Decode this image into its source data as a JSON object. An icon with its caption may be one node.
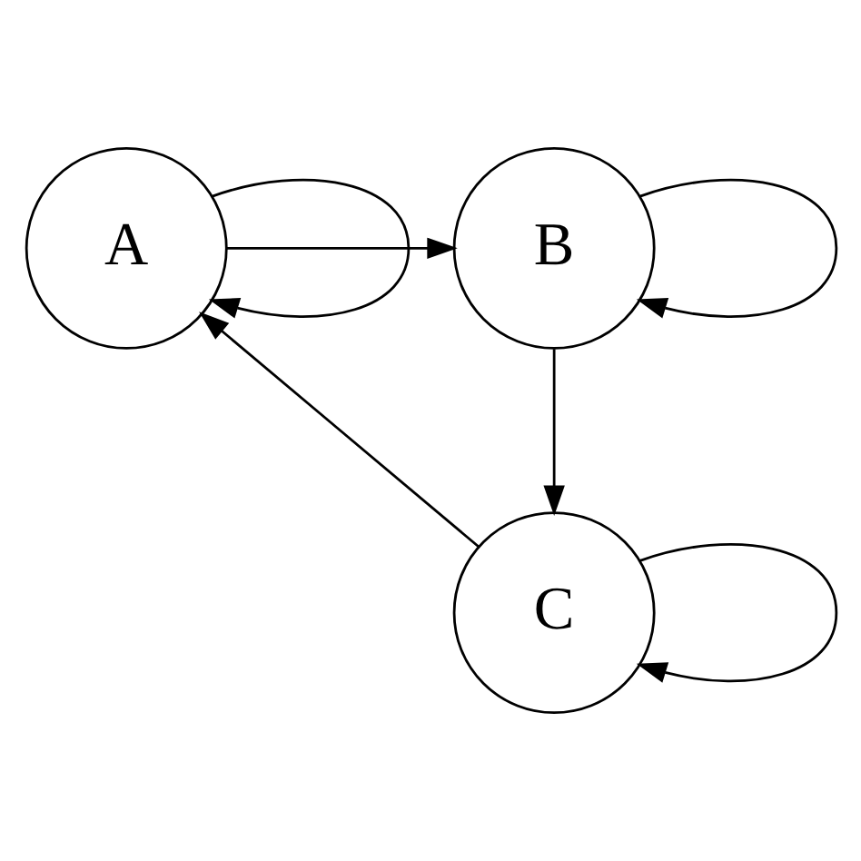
{
  "diagram": {
    "nodes": [
      {
        "text": [
          "A"
        ]
      },
      {
        "text": [
          "B"
        ]
      },
      {
        "text": [
          "C"
        ]
      }
    ],
    "edges": [
      {
        "from": 0,
        "to": 0,
        "arrow": "to"
      },
      {
        "from": 0,
        "to": 1,
        "arrow": "to"
      },
      {
        "from": 1,
        "to": 1,
        "arrow": "to"
      },
      {
        "from": 1,
        "to": 2,
        "arrow": "to"
      },
      {
        "from": 2,
        "to": 0,
        "arrow": "to"
      },
      {
        "from": 2,
        "to": 2,
        "arrow": "to"
      }
    ]
  }
}
